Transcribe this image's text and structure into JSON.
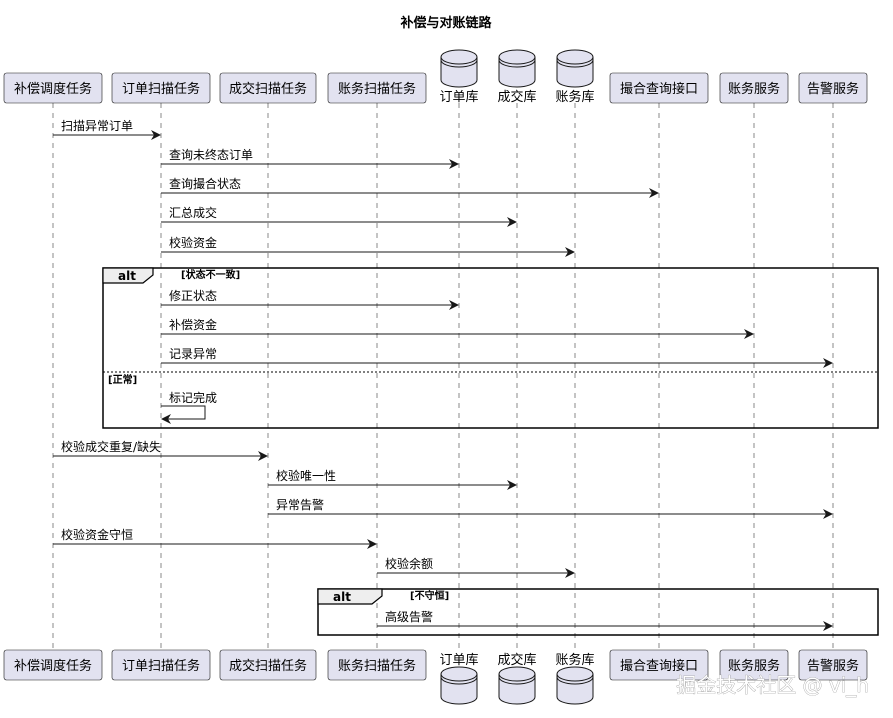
{
  "diagram": {
    "title": "补偿与对账链路",
    "participants": [
      {
        "id": "p1",
        "label": "补偿调度任务",
        "kind": "participant"
      },
      {
        "id": "p2",
        "label": "订单扫描任务",
        "kind": "participant"
      },
      {
        "id": "p3",
        "label": "成交扫描任务",
        "kind": "participant"
      },
      {
        "id": "p4",
        "label": "账务扫描任务",
        "kind": "participant"
      },
      {
        "id": "p5",
        "label": "订单库",
        "kind": "database"
      },
      {
        "id": "p6",
        "label": "成交库",
        "kind": "database"
      },
      {
        "id": "p7",
        "label": "账务库",
        "kind": "database"
      },
      {
        "id": "p8",
        "label": "撮合查询接口",
        "kind": "participant"
      },
      {
        "id": "p9",
        "label": "账务服务",
        "kind": "participant"
      },
      {
        "id": "p10",
        "label": "告警服务",
        "kind": "participant"
      }
    ],
    "messages": [
      {
        "from": "p1",
        "to": "p2",
        "label": "扫描异常订单"
      },
      {
        "from": "p2",
        "to": "p5",
        "label": "查询未终态订单"
      },
      {
        "from": "p2",
        "to": "p8",
        "label": "查询撮合状态"
      },
      {
        "from": "p2",
        "to": "p6",
        "label": "汇总成交"
      },
      {
        "from": "p2",
        "to": "p7",
        "label": "校验资金"
      },
      {
        "from": "p2",
        "to": "p5",
        "label": "修正状态"
      },
      {
        "from": "p2",
        "to": "p9",
        "label": "补偿资金"
      },
      {
        "from": "p2",
        "to": "p10",
        "label": "记录异常"
      },
      {
        "from": "p2",
        "to": "p2",
        "label": "标记完成"
      },
      {
        "from": "p1",
        "to": "p3",
        "label": "校验成交重复/缺失"
      },
      {
        "from": "p3",
        "to": "p6",
        "label": "校验唯一性"
      },
      {
        "from": "p3",
        "to": "p10",
        "label": "异常告警"
      },
      {
        "from": "p1",
        "to": "p4",
        "label": "校验资金守恒"
      },
      {
        "from": "p4",
        "to": "p7",
        "label": "校验余额"
      },
      {
        "from": "p4",
        "to": "p10",
        "label": "高级告警"
      }
    ],
    "fragments": [
      {
        "keyword": "alt",
        "guard": "[状态不一致]",
        "else_guard": "[正常]"
      },
      {
        "keyword": "alt",
        "guard": "[不守恒]",
        "else_guard": ""
      }
    ]
  },
  "watermark": "掘金技术社区 @ vi_h",
  "colors": {
    "participant_fill": "#E2E2F0",
    "participant_stroke": "#181818",
    "lifeline": "#888888",
    "line": "#181818",
    "background": "#FFFFFF"
  }
}
